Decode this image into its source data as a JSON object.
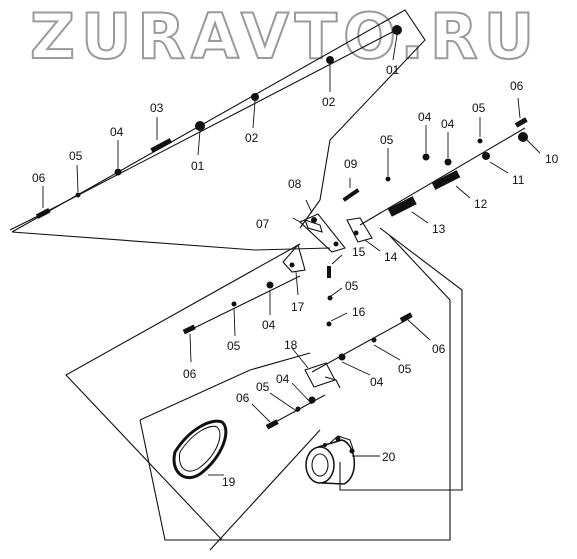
{
  "watermark": "ZURAVTO.RU",
  "labels": {
    "l01a": "01",
    "l01b": "01",
    "l02a": "02",
    "l02b": "02",
    "l03": "03",
    "l04a": "04",
    "l04b": "04",
    "l04c": "04",
    "l04d": "04",
    "l04e": "04",
    "l04f": "04",
    "l05a": "05",
    "l05b": "05",
    "l05c": "05",
    "l05d": "05",
    "l05e": "05",
    "l05f": "05",
    "l05g": "05",
    "l06a": "06",
    "l06b": "06",
    "l06c": "06",
    "l06d": "06",
    "l06e": "06",
    "l07": "07",
    "l08": "08",
    "l09": "09",
    "l10": "10",
    "l11": "11",
    "l12": "12",
    "l13": "13",
    "l14": "14",
    "l15": "15",
    "l16": "16",
    "l17": "17",
    "l18": "18",
    "l19": "19",
    "l20": "20"
  }
}
